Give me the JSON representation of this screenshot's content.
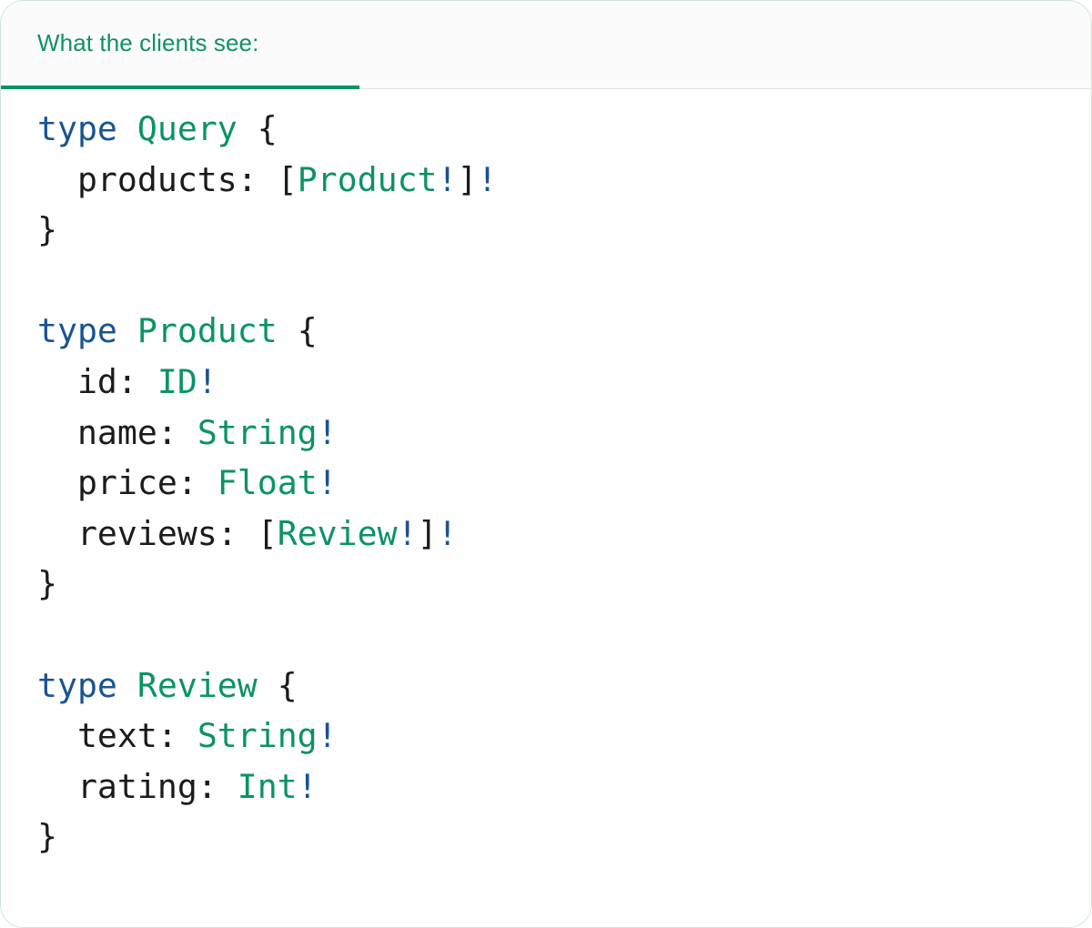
{
  "card": {
    "accent_green": "#0b9268",
    "keyword_blue": "#1a5490",
    "text_black": "#1b1b1b",
    "header_bg": "#fbfbfb",
    "body_bg": "#ffffff",
    "border_color": "#cfe5da"
  },
  "header": {
    "tab_label": "What the clients see:"
  },
  "code": {
    "language": "graphql",
    "lines": [
      {
        "index": 0,
        "text": "type Query {",
        "tokens": [
          {
            "t": "type",
            "k": "kw"
          },
          {
            "t": " ",
            "k": "plain"
          },
          {
            "t": "Query",
            "k": "type"
          },
          {
            "t": " ",
            "k": "plain"
          },
          {
            "t": "{",
            "k": "punct"
          }
        ]
      },
      {
        "index": 1,
        "text": "  products: [Product!]!",
        "tokens": [
          {
            "t": "  ",
            "k": "plain"
          },
          {
            "t": "products:",
            "k": "field"
          },
          {
            "t": " ",
            "k": "plain"
          },
          {
            "t": "[",
            "k": "punct"
          },
          {
            "t": "Product",
            "k": "type"
          },
          {
            "t": "!",
            "k": "bang"
          },
          {
            "t": "]",
            "k": "punct"
          },
          {
            "t": "!",
            "k": "bang"
          }
        ]
      },
      {
        "index": 2,
        "text": "}",
        "tokens": [
          {
            "t": "}",
            "k": "punct"
          }
        ]
      },
      {
        "index": 3,
        "text": "",
        "tokens": []
      },
      {
        "index": 4,
        "text": "type Product {",
        "tokens": [
          {
            "t": "type",
            "k": "kw"
          },
          {
            "t": " ",
            "k": "plain"
          },
          {
            "t": "Product",
            "k": "type"
          },
          {
            "t": " ",
            "k": "plain"
          },
          {
            "t": "{",
            "k": "punct"
          }
        ]
      },
      {
        "index": 5,
        "text": "  id: ID!",
        "tokens": [
          {
            "t": "  ",
            "k": "plain"
          },
          {
            "t": "id:",
            "k": "field"
          },
          {
            "t": " ",
            "k": "plain"
          },
          {
            "t": "ID",
            "k": "type"
          },
          {
            "t": "!",
            "k": "bang"
          }
        ]
      },
      {
        "index": 6,
        "text": "  name: String!",
        "tokens": [
          {
            "t": "  ",
            "k": "plain"
          },
          {
            "t": "name:",
            "k": "field"
          },
          {
            "t": " ",
            "k": "plain"
          },
          {
            "t": "String",
            "k": "type"
          },
          {
            "t": "!",
            "k": "bang"
          }
        ]
      },
      {
        "index": 7,
        "text": "  price: Float!",
        "tokens": [
          {
            "t": "  ",
            "k": "plain"
          },
          {
            "t": "price:",
            "k": "field"
          },
          {
            "t": " ",
            "k": "plain"
          },
          {
            "t": "Float",
            "k": "type"
          },
          {
            "t": "!",
            "k": "bang"
          }
        ]
      },
      {
        "index": 8,
        "text": "  reviews: [Review!]!",
        "tokens": [
          {
            "t": "  ",
            "k": "plain"
          },
          {
            "t": "reviews:",
            "k": "field"
          },
          {
            "t": " ",
            "k": "plain"
          },
          {
            "t": "[",
            "k": "punct"
          },
          {
            "t": "Review",
            "k": "type"
          },
          {
            "t": "!",
            "k": "bang"
          },
          {
            "t": "]",
            "k": "punct"
          },
          {
            "t": "!",
            "k": "bang"
          }
        ]
      },
      {
        "index": 9,
        "text": "}",
        "tokens": [
          {
            "t": "}",
            "k": "punct"
          }
        ]
      },
      {
        "index": 10,
        "text": "",
        "tokens": []
      },
      {
        "index": 11,
        "text": "type Review {",
        "tokens": [
          {
            "t": "type",
            "k": "kw"
          },
          {
            "t": " ",
            "k": "plain"
          },
          {
            "t": "Review",
            "k": "type"
          },
          {
            "t": " ",
            "k": "plain"
          },
          {
            "t": "{",
            "k": "punct"
          }
        ]
      },
      {
        "index": 12,
        "text": "  text: String!",
        "tokens": [
          {
            "t": "  ",
            "k": "plain"
          },
          {
            "t": "text:",
            "k": "field"
          },
          {
            "t": " ",
            "k": "plain"
          },
          {
            "t": "String",
            "k": "type"
          },
          {
            "t": "!",
            "k": "bang"
          }
        ]
      },
      {
        "index": 13,
        "text": "  rating: Int!",
        "tokens": [
          {
            "t": "  ",
            "k": "plain"
          },
          {
            "t": "rating:",
            "k": "field"
          },
          {
            "t": " ",
            "k": "plain"
          },
          {
            "t": "Int",
            "k": "type"
          },
          {
            "t": "!",
            "k": "bang"
          }
        ]
      },
      {
        "index": 14,
        "text": "}",
        "tokens": [
          {
            "t": "}",
            "k": "punct"
          }
        ]
      }
    ]
  }
}
